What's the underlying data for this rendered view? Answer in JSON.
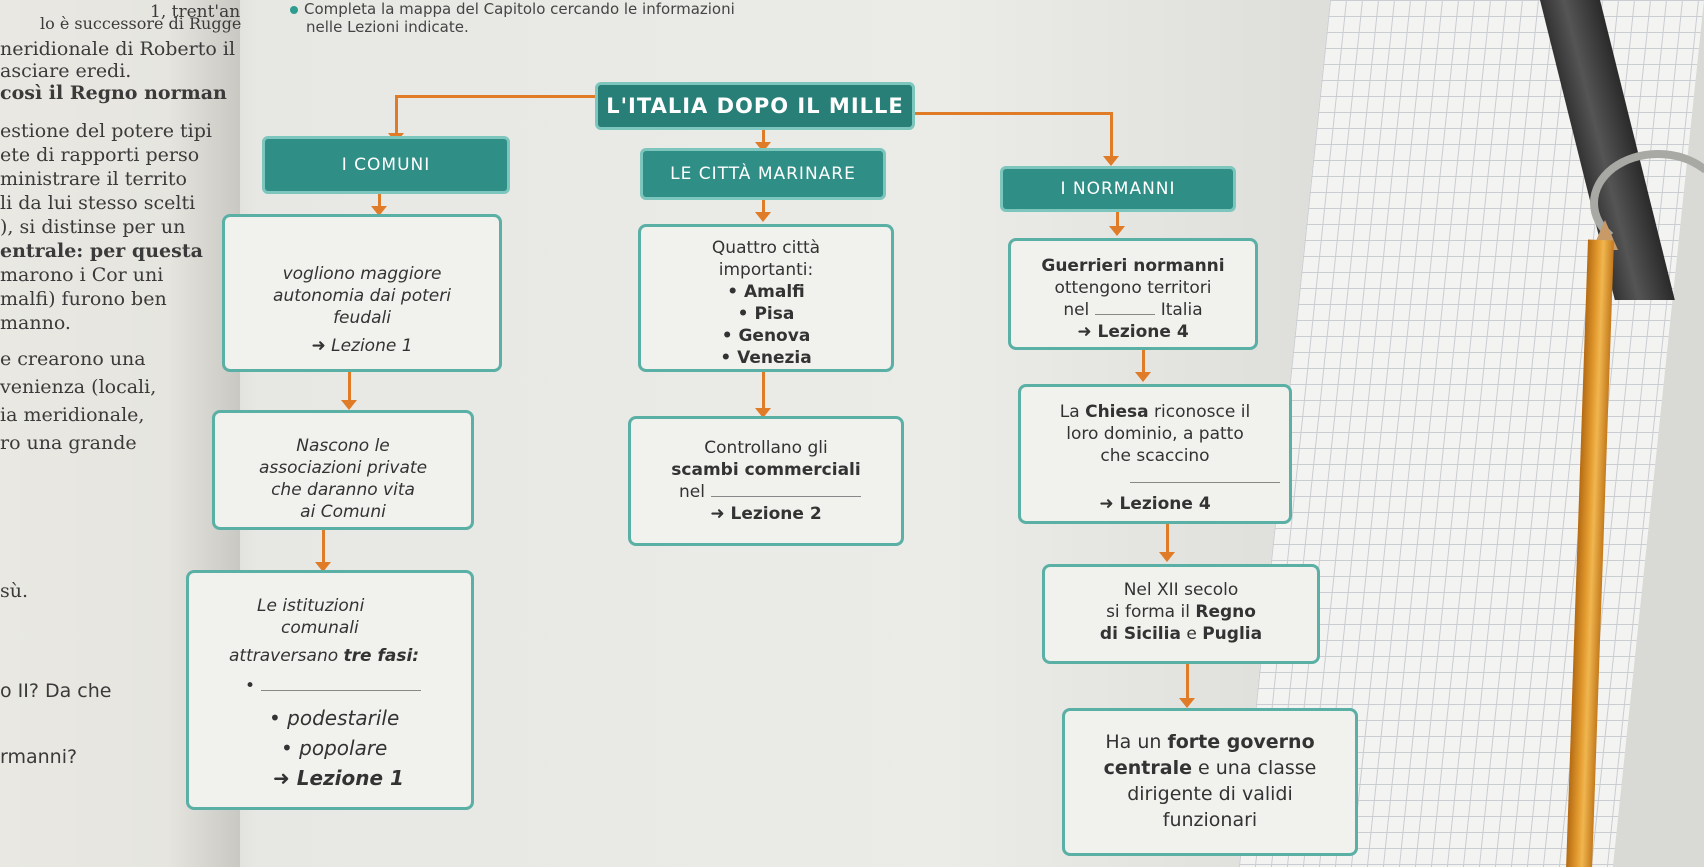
{
  "instructions": {
    "line1": "Completa la mappa del Capitolo cercando le informazioni",
    "line2": "nelle Lezioni indicate."
  },
  "left_page": {
    "lines": [
      "lo è successore di Rugge",
      "1, trent'an",
      "neridionale di Roberto il",
      "asciare eredi.",
      "così il Regno norman",
      "estione del potere tipi",
      "ete di rapporti perso",
      "ministrare il territo",
      "li da lui stesso scelti",
      "), si distinse per un",
      "entrale: per questa",
      "marono i Cor uni",
      "malfi) furono ben",
      "manno.",
      "e crearono una",
      "venienza (locali,",
      "ia meridionale,",
      "ro una grande",
      "sù.",
      "o II? Da che",
      "rmanni?"
    ]
  },
  "map": {
    "title": "L'ITALIA DOPO IL MILLE",
    "comuni": {
      "header": "I COMUNI",
      "card1": {
        "line1": "vogliono maggiore",
        "line2": "autonomia dai poteri",
        "line3": "feudali",
        "lesson": "➜ Lezione 1"
      },
      "card2": {
        "line1": "Nascono le",
        "line2": "associazioni private",
        "line3": "che daranno vita",
        "line4": "ai Comuni"
      },
      "card3": {
        "line1": "Le istituzioni",
        "line2": "comunali",
        "line3a": "attraversano ",
        "line3b": "tre fasi:",
        "bullet_blank": "•",
        "bullet2": "• podestarile",
        "bullet3": "• popolare",
        "lesson": "➜ Lezione 1"
      }
    },
    "marinare": {
      "header": "LE CITTÀ MARINARE",
      "card1": {
        "line1": "Quattro città",
        "line2": "importanti:",
        "cities": [
          "• Amalfi",
          "• Pisa",
          "• Genova",
          "• Venezia"
        ]
      },
      "card2": {
        "line1": "Controllano gli",
        "line2": "scambi commerciali",
        "line3": "nel",
        "lesson": "➜ Lezione 2"
      }
    },
    "normanni": {
      "header": "I NORMANNI",
      "card1": {
        "line1": "Guerrieri normanni",
        "line2": "ottengono territori",
        "line3a": "nel",
        "line3b": "Italia",
        "lesson": "➜ Lezione 4"
      },
      "card2": {
        "line1a": "La ",
        "line1b": "Chiesa",
        "line1c": " riconosce il",
        "line2": "loro dominio, a patto",
        "line3": "che scaccino",
        "lesson": "➜ Lezione 4"
      },
      "card3": {
        "line1": "Nel XII secolo",
        "line2a": "si forma il ",
        "line2b": "Regno",
        "line3a": "di Sicilia",
        "line3b": " e ",
        "line3c": "Puglia"
      },
      "card4": {
        "line1a": "Ha un ",
        "line1b": "forte governo",
        "line2a": "centrale",
        "line2b": " e una classe",
        "line3": "dirigente di validi",
        "line4": "funzionari"
      }
    }
  },
  "colors": {
    "teal": "#2f8f86",
    "teal_border": "#5bb0a6",
    "arrow_orange": "#e07b27",
    "pencil": "#e39b2f"
  }
}
